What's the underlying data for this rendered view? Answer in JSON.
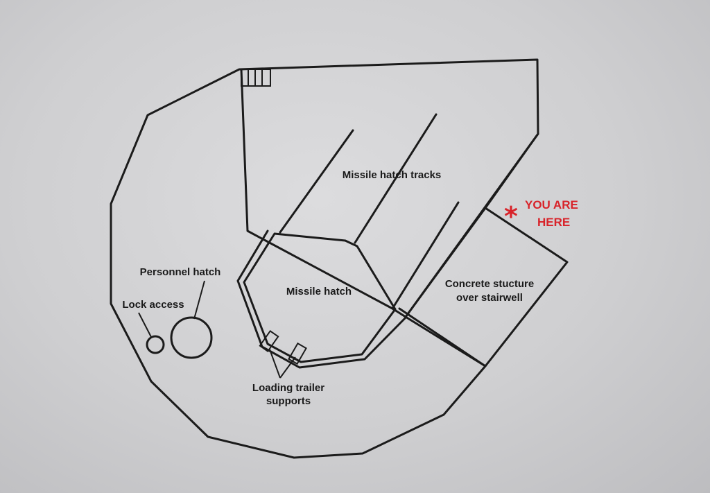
{
  "labels": {
    "tracks": "Missile hatch tracks",
    "hatch": "Missile hatch",
    "personnel": "Personnel hatch",
    "lock": "Lock access",
    "loading_1": "Loading trailer",
    "loading_2": "supports",
    "concrete_1": "Concrete stucture",
    "concrete_2": "over stairwell",
    "here_1": "YOU ARE",
    "here_2": "HERE",
    "star": "*"
  },
  "colors": {
    "line": "#1b1b1b",
    "text": "#1a1a1a",
    "marker": "#d8232a"
  }
}
